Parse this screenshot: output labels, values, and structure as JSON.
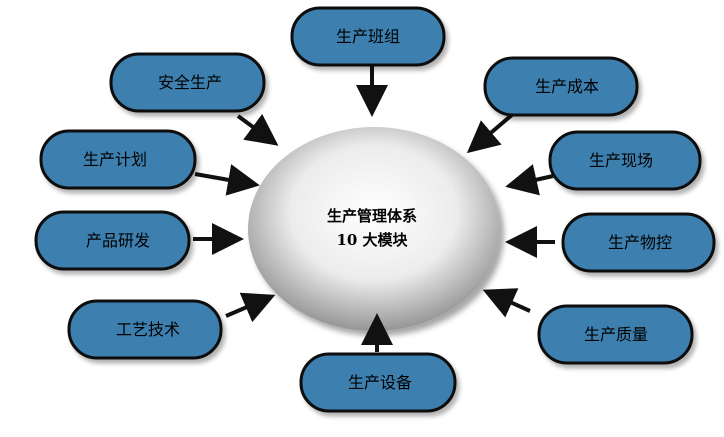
{
  "colors": {
    "module_fill": "#3e7fae",
    "module_stroke": "#0d0d0d",
    "arrow": "#111111",
    "center_light": "#ffffff",
    "center_dark": "#9a9a9a"
  },
  "center": {
    "line1": "生产管理体系",
    "line2": "10 大模块"
  },
  "modules": {
    "team": "生产班组",
    "safety": "安全生产",
    "cost": "生产成本",
    "plan": "生产计划",
    "site": "生产现场",
    "rnd": "产品研发",
    "material": "生产物控",
    "tech": "工艺技术",
    "quality": "生产质量",
    "equipment": "生产设备"
  }
}
